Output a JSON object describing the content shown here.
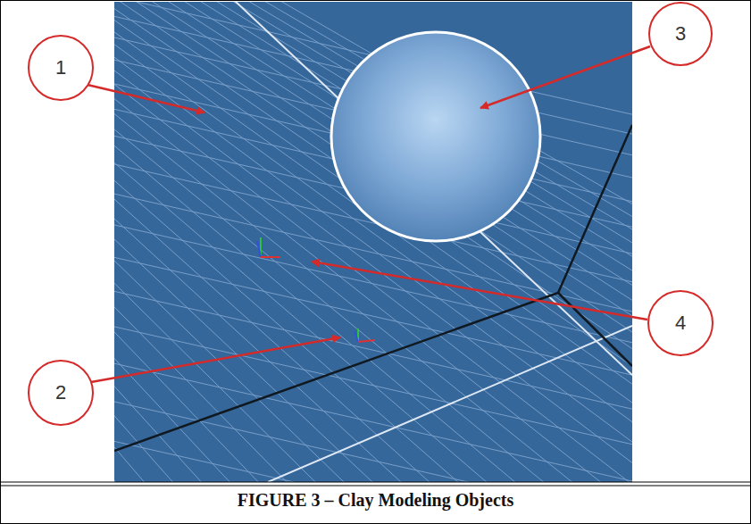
{
  "diagram": {
    "caption": "FIGURE 3 – Clay Modeling Objects",
    "nodes": [
      {
        "text": [
          "1"
        ]
      },
      {
        "text": [
          "3"
        ]
      },
      {
        "text": [
          "4"
        ]
      },
      {
        "text": [
          "2"
        ]
      }
    ]
  }
}
